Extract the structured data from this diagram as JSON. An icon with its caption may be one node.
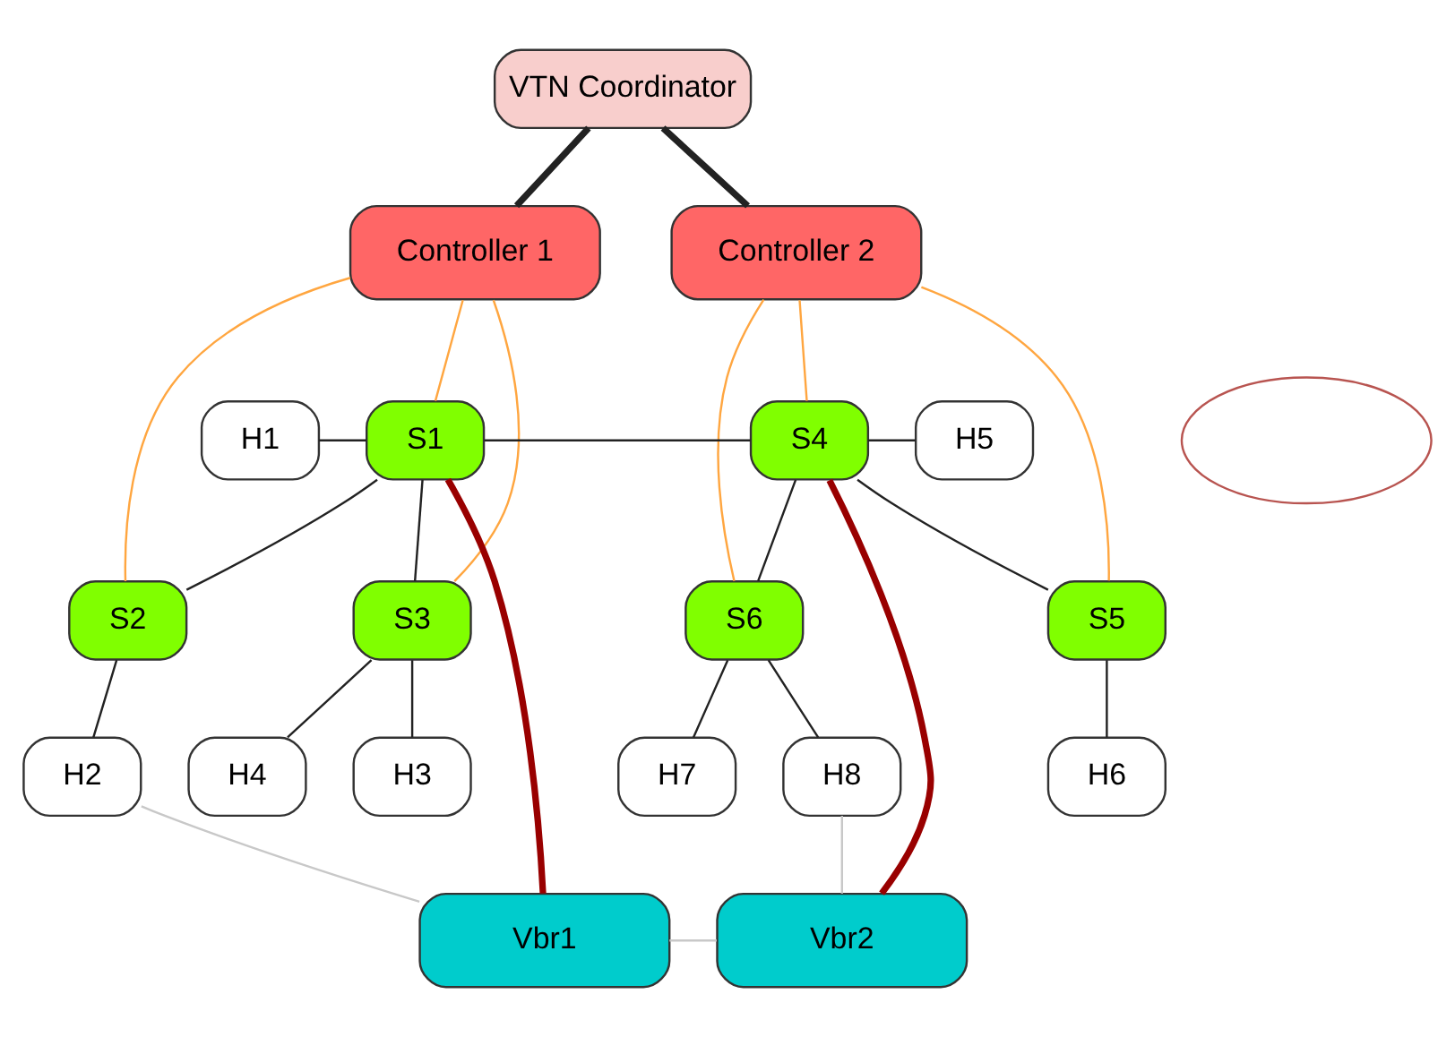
{
  "diagram": {
    "nodes": [
      {
        "text": [
          "VTN Coordinator"
        ]
      },
      {
        "text": [
          "Controller 1"
        ]
      },
      {
        "text": [
          "Controller 2"
        ]
      },
      {
        "text": [
          "H1"
        ]
      },
      {
        "text": [
          "S1"
        ]
      },
      {
        "text": [],
        "shape": "ellipse"
      },
      {
        "text": [
          "S4"
        ]
      },
      {
        "text": [
          "H5"
        ]
      },
      {
        "text": [
          "S2"
        ]
      },
      {
        "text": [
          "S3"
        ]
      },
      {
        "text": [
          "S5"
        ]
      },
      {
        "text": [
          "S6"
        ]
      },
      {
        "text": [
          "H2"
        ]
      },
      {
        "text": [
          "H3"
        ]
      },
      {
        "text": [
          "H4"
        ]
      },
      {
        "text": [
          "H6"
        ]
      },
      {
        "text": [
          "H7"
        ]
      },
      {
        "text": [
          "H8"
        ]
      },
      {
        "text": [
          "Vbr1"
        ]
      },
      {
        "text": [
          "Vbr2"
        ]
      }
    ],
    "edges": [
      {
        "from": 0,
        "to": 1,
        "arrow": "none",
        "style": "thick"
      },
      {
        "from": 0,
        "to": 2,
        "arrow": "none",
        "style": "thick"
      },
      {
        "from": 1,
        "to": 4,
        "arrow": "none",
        "color": "#ffa640"
      },
      {
        "from": 1,
        "to": 8,
        "arrow": "none",
        "color": "#ffa640"
      },
      {
        "from": 1,
        "to": 9,
        "arrow": "none",
        "color": "#ffa640"
      },
      {
        "from": 2,
        "to": 6,
        "arrow": "none",
        "color": "#ffa640"
      },
      {
        "from": 2,
        "to": 10,
        "arrow": "none",
        "color": "#ffa640"
      },
      {
        "from": 2,
        "to": 11,
        "arrow": "none",
        "color": "#ffa640"
      },
      {
        "from": 3,
        "to": 4,
        "arrow": "none"
      },
      {
        "from": 4,
        "to": 6,
        "arrow": "none"
      },
      {
        "from": 6,
        "to": 7,
        "arrow": "none"
      },
      {
        "from": 4,
        "to": 8,
        "arrow": "none"
      },
      {
        "from": 4,
        "to": 9,
        "arrow": "none"
      },
      {
        "from": 6,
        "to": 10,
        "arrow": "none"
      },
      {
        "from": 6,
        "to": 11,
        "arrow": "none"
      },
      {
        "from": 8,
        "to": 12,
        "arrow": "none"
      },
      {
        "from": 9,
        "to": 13,
        "arrow": "none"
      },
      {
        "from": 9,
        "to": 14,
        "arrow": "none"
      },
      {
        "from": 10,
        "to": 15,
        "arrow": "none"
      },
      {
        "from": 11,
        "to": 16,
        "arrow": "none"
      },
      {
        "from": 11,
        "to": 17,
        "arrow": "none"
      },
      {
        "from": 4,
        "to": 18,
        "arrow": "none",
        "style": "thick",
        "color": "#990000"
      },
      {
        "from": 6,
        "to": 19,
        "arrow": "none",
        "style": "thick",
        "color": "#990000"
      },
      {
        "from": 12,
        "to": 18,
        "arrow": "none",
        "color": "#c8c8c8"
      },
      {
        "from": 18,
        "to": 19,
        "arrow": "none",
        "color": "#c8c8c8"
      },
      {
        "from": 19,
        "to": 17,
        "arrow": "none",
        "color": "#c8c8c8"
      }
    ]
  }
}
